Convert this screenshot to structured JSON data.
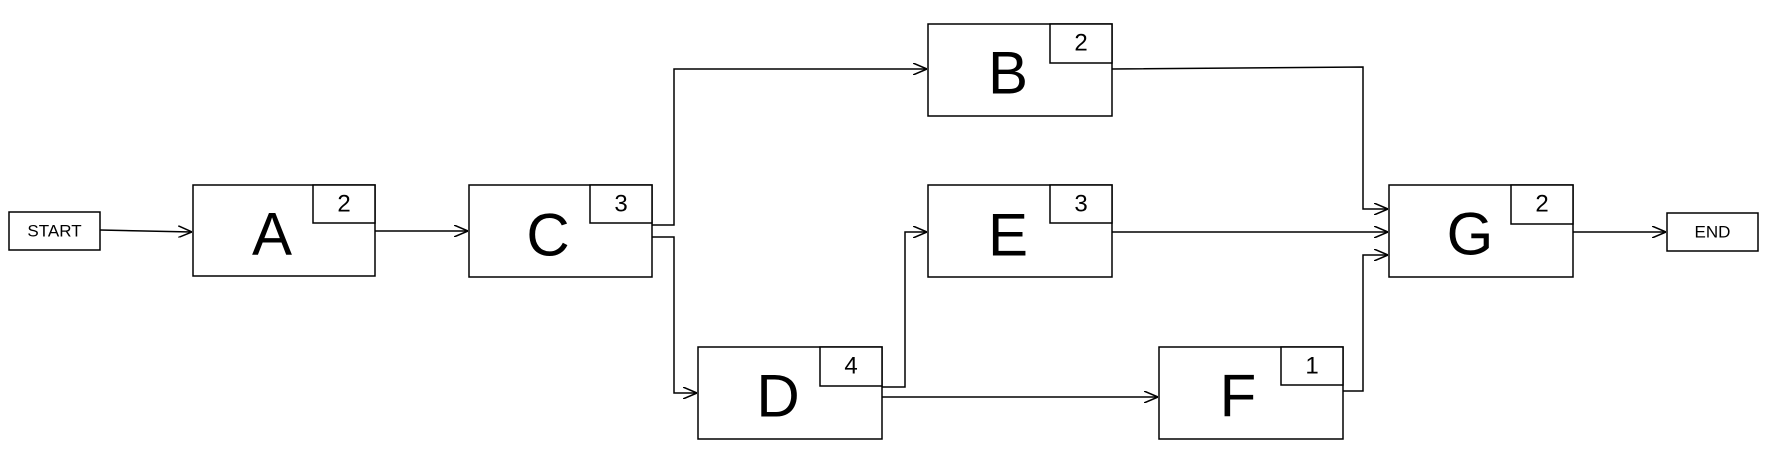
{
  "start_label": "START",
  "end_label": "END",
  "nodes": {
    "A": {
      "label": "A",
      "duration": "2"
    },
    "B": {
      "label": "B",
      "duration": "2"
    },
    "C": {
      "label": "C",
      "duration": "3"
    },
    "D": {
      "label": "D",
      "duration": "4"
    },
    "E": {
      "label": "E",
      "duration": "3"
    },
    "F": {
      "label": "F",
      "duration": "1"
    },
    "G": {
      "label": "G",
      "duration": "2"
    }
  },
  "edges": [
    {
      "from": "START",
      "to": "A"
    },
    {
      "from": "A",
      "to": "C"
    },
    {
      "from": "C",
      "to": "B"
    },
    {
      "from": "C",
      "to": "D"
    },
    {
      "from": "D",
      "to": "E"
    },
    {
      "from": "D",
      "to": "F"
    },
    {
      "from": "B",
      "to": "G"
    },
    {
      "from": "E",
      "to": "G"
    },
    {
      "from": "F",
      "to": "G"
    },
    {
      "from": "G",
      "to": "END"
    }
  ]
}
